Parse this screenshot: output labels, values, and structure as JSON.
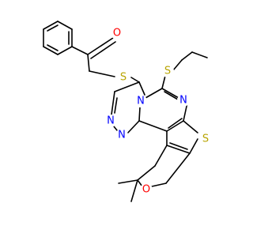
{
  "molecule": {
    "atoms": [
      {
        "id": "o-ketone",
        "label": "O",
        "color": "#ff0000"
      },
      {
        "id": "s-thioether-acyl",
        "label": "S",
        "color": "#b8a400"
      },
      {
        "id": "s-propyl",
        "label": "S",
        "color": "#b8a400"
      },
      {
        "id": "n-ring-bridge",
        "label": "N",
        "color": "#0000ff"
      },
      {
        "id": "n-pyrimidine",
        "label": "N",
        "color": "#0000ff"
      },
      {
        "id": "n-triazole-left",
        "label": "N",
        "color": "#0000ff"
      },
      {
        "id": "n-triazole-right",
        "label": "N",
        "color": "#0000ff"
      },
      {
        "id": "s-thiophene",
        "label": "S",
        "color": "#b8a400"
      },
      {
        "id": "o-pyran",
        "label": "O",
        "color": "#ff0000"
      }
    ],
    "bond_color": "#000000"
  }
}
